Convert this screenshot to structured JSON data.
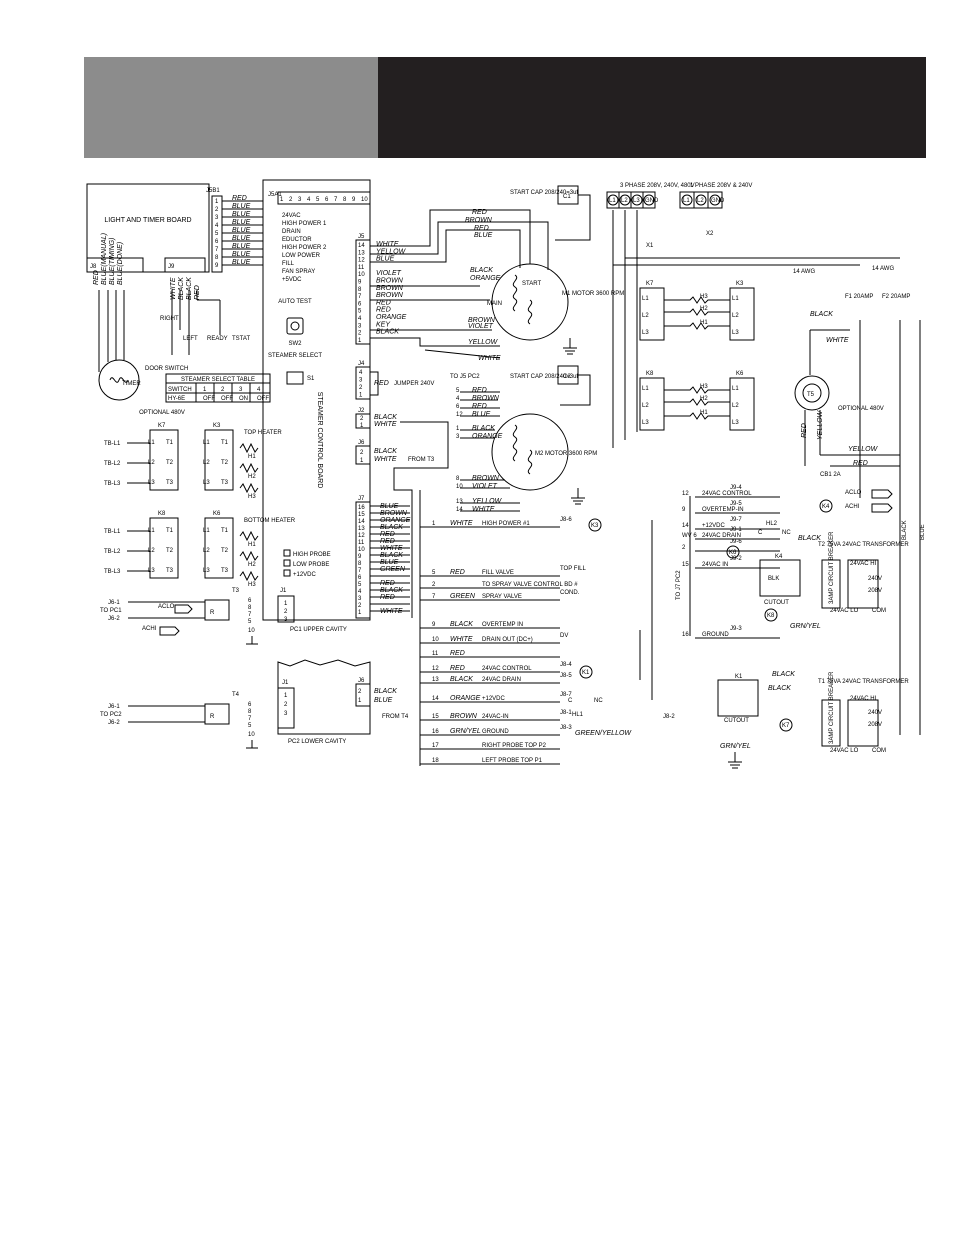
{
  "board": {
    "light_timer": "LIGHT AND TIMER BOARD",
    "steamer_control": "STEAMER CONTROL BOARD",
    "j5b1": "J5B1",
    "j5a1": "J5A1",
    "pc1": "PC1 UPPER CAVITY",
    "pc2": "PC2 LOWER CAVITY",
    "sw2": "SW2",
    "auto_test": "AUTO TEST",
    "steamer_select": "STEAMER SELECT",
    "s1": "S1"
  },
  "j5a1_pins": [
    "24VAC",
    "HIGH POWER 1",
    "DRAIN",
    "EDUCTOR",
    "HIGH POWER 2",
    "LOW POWER",
    "FILL",
    "FAN SPRAY",
    "+5VDC"
  ],
  "j5b1_colors": [
    "RED",
    "BLUE",
    "BLUE",
    "BLUE",
    "BLUE",
    "BLUE",
    "BLUE",
    "BLUE",
    "BLUE"
  ],
  "j8_j9": {
    "j8": "J8",
    "j9": "J9",
    "j8_wires": [
      "RED",
      "BLUE(MANUAL)",
      "BLUE(TIMING)",
      "BLUE(DONE)"
    ],
    "j9_wires": [
      "WHITE",
      "BLACK",
      "BLACK",
      "RED"
    ],
    "timer": "TIMER",
    "door_switch": "DOOR SWITCH",
    "right": "RIGHT",
    "left": "LEFT",
    "ready": "READY",
    "tstat": "TSTAT"
  },
  "select_table": {
    "title": "STEAMER SELECT TABLE",
    "headers": [
      "SWITCH",
      "1",
      "2",
      "3",
      "4"
    ],
    "row": [
      "HY-6E",
      "OFF",
      "OFF",
      "ON",
      "OFF"
    ]
  },
  "heaters": {
    "optional": "OPTIONAL 480V",
    "top": "TOP HEATER",
    "bottom": "BOTTOM HEATER",
    "tb": [
      "TB-L1",
      "TB-L2",
      "TB-L3"
    ],
    "contactors_top": [
      "K7",
      "K3"
    ],
    "contactors_bottom": [
      "K8",
      "K6"
    ],
    "h_top": [
      "H1",
      "H2",
      "H3"
    ],
    "h_bottom": [
      "H1",
      "H2",
      "H3"
    ]
  },
  "t3_block": {
    "t3": "T3",
    "t4": "T4",
    "j1": "J1",
    "to_pc1": "TO PC1",
    "to_pc2": "TO PC2",
    "j6_1": "J6-1",
    "j6_2": "J6-2",
    "aclo": "ACLO",
    "achi": "ACHI",
    "r": "R",
    "pins": [
      "6",
      "8",
      "7",
      "5",
      "10"
    ]
  },
  "probes": [
    "HIGH PROBE",
    "LOW PROBE",
    "+12VDC"
  ],
  "j5": {
    "label": "J5",
    "pins": [
      "14",
      "13",
      "12",
      "11",
      "10",
      "9",
      "8",
      "7",
      "6",
      "5",
      "4",
      "3",
      "2",
      "1"
    ],
    "colors": [
      "WHITE",
      "YELLOW",
      "BLUE",
      "",
      "VIOLET",
      "BROWN",
      "BROWN",
      "BROWN",
      "RED",
      "RED",
      "ORANGE",
      "KEY",
      "BLACK",
      ""
    ]
  },
  "j4": {
    "label": "J4",
    "pins": [
      "4",
      "3",
      "2",
      "1"
    ],
    "wire": "RED",
    "jumper": "JUMPER 240V"
  },
  "j2": {
    "label": "J2",
    "pins": [
      "2",
      "1"
    ],
    "colors": [
      "BLACK",
      "WHITE"
    ]
  },
  "j6": {
    "label": "J6",
    "pins": [
      "2",
      "1"
    ],
    "colors": [
      "BLACK",
      "WHITE"
    ],
    "from": "FROM T3"
  },
  "j7": {
    "label": "J7",
    "pins": [
      "16",
      "15",
      "14",
      "13",
      "12",
      "11",
      "10",
      "9",
      "8",
      "7",
      "6",
      "5",
      "4",
      "3",
      "2",
      "1"
    ],
    "colors": [
      "BLUE",
      "BROWN",
      "ORANGE",
      "BLACK",
      "RED",
      "RED",
      "WHITE",
      "BLACK",
      "BLUE",
      "GREEN",
      "",
      "RED",
      "BLACK",
      "RED",
      "",
      "WHITE"
    ]
  },
  "motors": {
    "start_cap_1": "START CAP 208/240=3uf",
    "start_cap_2": "START CAP 208/240=3uf",
    "c1": "C1",
    "c2": "C2",
    "m1": "M1 MOTOR 3600 RPM",
    "m2": "M2 MOTOR 3600 RPM",
    "start": "START",
    "main": "MAIN",
    "to_j5": "TO J5 PC2",
    "m1_wires": [
      "RED",
      "BROWN",
      "RED",
      "BLUE",
      "BLACK",
      "ORANGE",
      "BROWN",
      "VIOLET",
      "YELLOW",
      "WHITE"
    ],
    "m2_pins": [
      "5",
      "4",
      "6",
      "12",
      "1",
      "3",
      "8",
      "10",
      "13",
      "14"
    ],
    "m2_wires": [
      "RED",
      "BROWN",
      "RED",
      "BLUE",
      "BLACK",
      "ORANGE",
      "BROWN",
      "VIOLET",
      "YELLOW",
      "WHITE"
    ]
  },
  "power": {
    "three_phase": "3 PHASE 208V, 240V, 480V",
    "one_phase": "1 PHASE 208V & 240V",
    "terminals": [
      "L1",
      "L2",
      "L3",
      "GND"
    ],
    "terminals_1ph": [
      "L1",
      "L2",
      "GND"
    ],
    "x1": "X1",
    "x2": "X2",
    "awg_1": "14 AWG",
    "awg_2": "14 AWG",
    "f1": "F1 20AMP",
    "f2": "F2 20AMP",
    "contactors": [
      "K7",
      "K3",
      "K8",
      "K6"
    ],
    "h_labels": [
      "H3",
      "H2",
      "H1"
    ],
    "t5": "T5",
    "t5_label": "OPTIONAL 480V",
    "cb1": "CB1 2A",
    "colors": [
      "BLACK",
      "WHITE",
      "RED",
      "YELLOW",
      "YELLOW",
      "RED"
    ]
  },
  "control": {
    "j7_rows": [
      {
        "pin": "1",
        "color": "WHITE",
        "name": "HIGH POWER #1",
        "ref": "J8-6"
      },
      {
        "pin": "5",
        "color": "RED",
        "name": "FILL VALVE",
        "ref": "TOP FILL"
      },
      {
        "pin": "2",
        "color": "",
        "name": "TO SPRAY VALVE CONTROL BD #",
        "ref": ""
      },
      {
        "pin": "7",
        "color": "GREEN",
        "name": "SPRAY VALVE",
        "ref": "COND."
      },
      {
        "pin": "9",
        "color": "BLACK",
        "name": "OVERTEMP IN",
        "ref": ""
      },
      {
        "pin": "10",
        "color": "WHITE",
        "name": "DRAIN OUT (DC+)",
        "ref": "DV"
      },
      {
        "pin": "11",
        "color": "RED",
        "name": "",
        "ref": ""
      },
      {
        "pin": "12",
        "color": "RED",
        "name": "24VAC CONTROL",
        "ref": "J8-4"
      },
      {
        "pin": "13",
        "color": "BLACK",
        "name": "24VAC DRAIN",
        "ref": "J8-5"
      },
      {
        "pin": "14",
        "color": "ORANGE",
        "name": "+12VDC",
        "ref": "J8-7"
      },
      {
        "pin": "15",
        "color": "BROWN",
        "name": "24VAC-IN",
        "ref": "J8-1"
      },
      {
        "pin": "16",
        "color": "GRN/YEL",
        "name": "GROUND",
        "ref": "J8-3"
      },
      {
        "pin": "17",
        "color": "",
        "name": "RIGHT PROBE TOP P2",
        "ref": ""
      },
      {
        "pin": "18",
        "color": "",
        "name": "LEFT PROBE TOP P1",
        "ref": ""
      }
    ],
    "relays": [
      "K3",
      "K1",
      "K4",
      "K6",
      "K7",
      "K8"
    ],
    "hl": [
      "HL1",
      "HL2"
    ],
    "j8_2": "J8-2",
    "grn_yel": "GRN/YEL",
    "green_yellow": "GREEN/YELLOW",
    "c": "C",
    "nc": "NC",
    "j9_rows": [
      {
        "pin": "12",
        "name": "24VAC CONTROL",
        "ref": "J9-4"
      },
      {
        "pin": "9",
        "name": "OVERTEMP-IN",
        "ref": "J9-5"
      },
      {
        "pin": "14",
        "name": "+12VDC",
        "ref": "J9-7"
      },
      {
        "pin": "WV 6",
        "name": "24VAC DRAIN",
        "ref": "J9-1"
      },
      {
        "pin": "2",
        "name": "",
        "ref": "J9-6"
      },
      {
        "pin": "15",
        "name": "24VAC IN",
        "ref": "J9-2"
      },
      {
        "pin": "16",
        "name": "GROUND",
        "ref": "J9-3"
      }
    ],
    "to_j7_pc2": "TO J7 PC2",
    "t2": "T2 75VA 24VAC TRANSFORMER",
    "t1": "T1 75VA 24VAC TRANSFORMER",
    "hi": "24VAC HI",
    "lo": "24VAC LO",
    "com": "COM",
    "v240": "240V",
    "v208": "208V",
    "breaker": "3AMP CIRCUIT BREAKER",
    "cutout": "CUTOUT",
    "blk": "BLK",
    "aclo": "ACLO",
    "achi": "ACHI",
    "black": "BLACK",
    "blue": "BLUE"
  },
  "colors": {
    "header_gray": "#8c8c8c",
    "header_dark": "#231f20",
    "line": "#000000"
  }
}
